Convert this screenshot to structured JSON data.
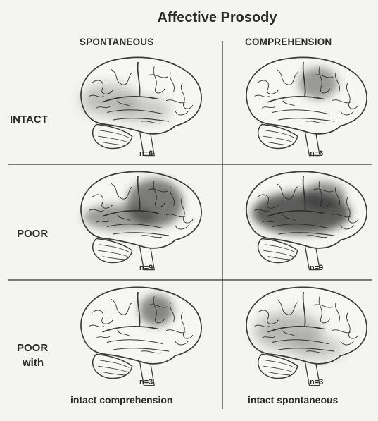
{
  "title": "Affective Prosody",
  "columns": [
    "SPONTANEOUS",
    "COMPREHENSION"
  ],
  "rows": [
    {
      "label_lines": [
        "INTACT"
      ],
      "panels": [
        {
          "n": "n=6"
        },
        {
          "n": "n=6"
        }
      ]
    },
    {
      "label_lines": [
        "POOR"
      ],
      "panels": [
        {
          "n": "n=9"
        },
        {
          "n": "n=9"
        }
      ]
    },
    {
      "label_lines": [
        "POOR",
        "with"
      ],
      "panels": [
        {
          "n": "n=3"
        },
        {
          "n": "n=3"
        }
      ]
    }
  ],
  "footer": [
    "intact comprehension",
    "intact spontaneous"
  ],
  "colors": {
    "line": "#3a3a3a",
    "lesion": "#2b2b2b",
    "background": "#f4f4f2"
  }
}
